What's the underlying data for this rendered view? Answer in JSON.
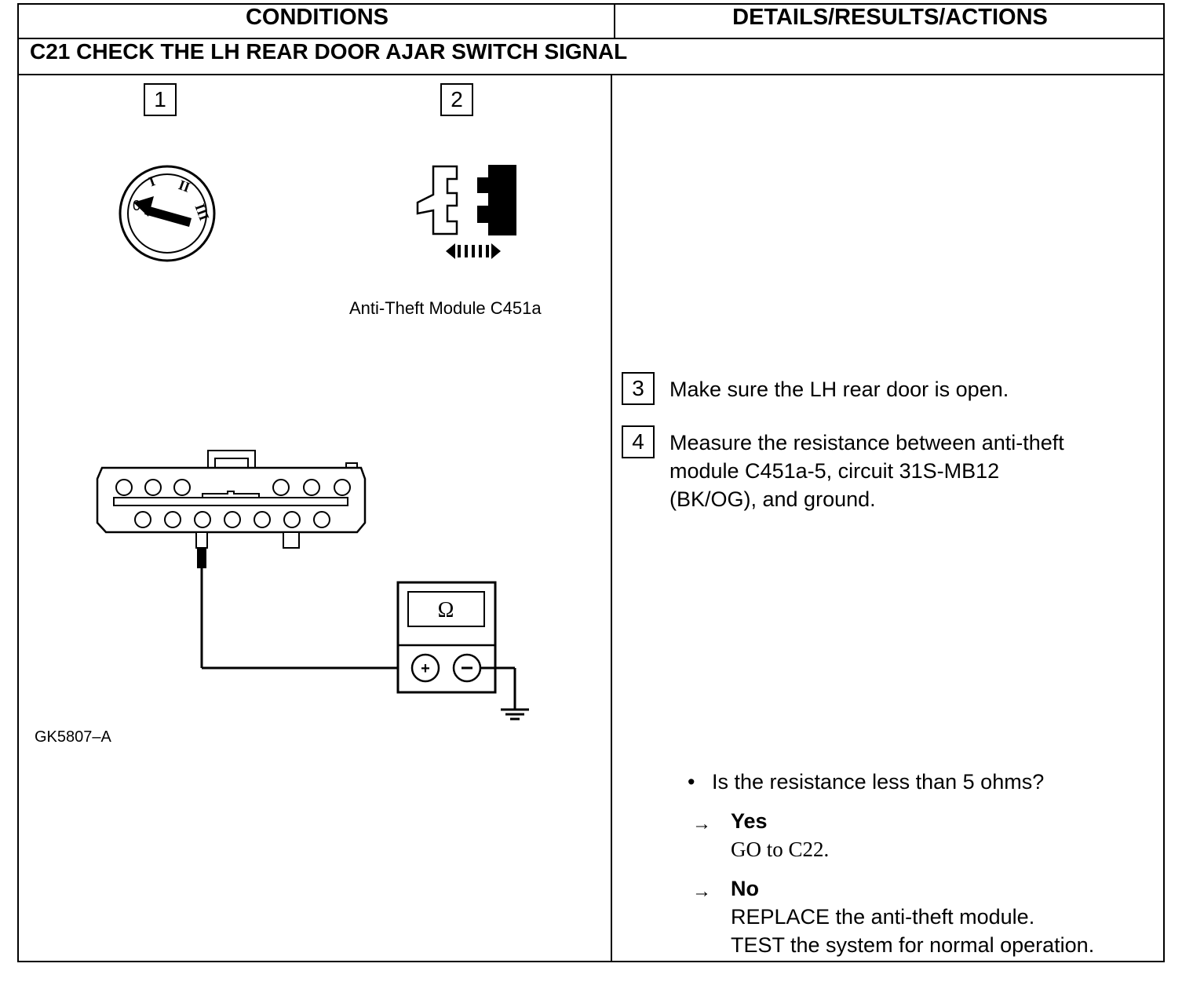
{
  "header": {
    "conditions": "CONDITIONS",
    "details": "DETAILS/RESULTS/ACTIONS"
  },
  "section_title": "C21 CHECK THE LH REAR DOOR AJAR SWITCH SIGNAL",
  "illustration": {
    "step1_number": "1",
    "step2_number": "2",
    "ignition_positions": [
      "0",
      "I",
      "II",
      "III"
    ],
    "connector_caption": "Anti-Theft Module C451a",
    "meter_symbol": "Ω",
    "figure_id": "GK5807–A"
  },
  "steps": [
    {
      "number": "3",
      "text": "Make sure the LH rear door is open."
    },
    {
      "number": "4",
      "lines": [
        "Measure the resistance between anti-theft",
        "module C451a-5, circuit 31S-MB12",
        "(BK/OG), and ground."
      ]
    }
  ],
  "question": "Is the resistance less than 5 ohms?",
  "answers": {
    "yes": {
      "label": "Yes",
      "action": "GO to C22."
    },
    "no": {
      "label": "No",
      "actions": [
        "REPLACE the anti-theft module.",
        "TEST the system for normal operation."
      ]
    }
  }
}
